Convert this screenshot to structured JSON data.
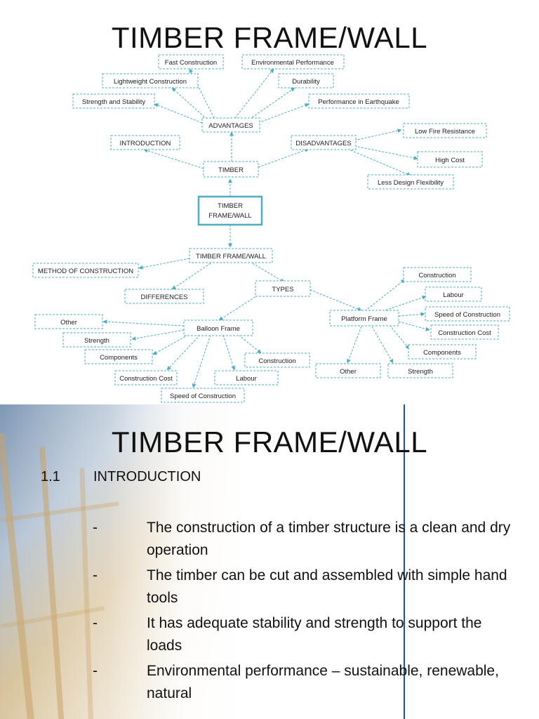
{
  "slide1": {
    "title": "TIMBER FRAME/WALL",
    "nodes": {
      "center": [
        "TIMBER",
        "FRAME/WALL"
      ],
      "timber": "TIMBER",
      "introduction": "INTRODUCTION",
      "advantages": "ADVANTAGES",
      "disadvantages": "DISADVANTAGES",
      "fast_construction": "Fast Construction",
      "environmental_performance": "Environmental Performance",
      "lightweight_construction": "Lightweight Construction",
      "durability": "Durability",
      "strength_and_stability": "Strength and Stability",
      "performance_in_earthquake": "Performance in Earthquake",
      "low_fire_resistance": "Low Fire Resistance",
      "high_cost": "High Cost",
      "less_design_flexibility": "Less Design Flexibility",
      "timber_frame_wall": "TIMBER FRAME/WALL",
      "method_of_construction": "METHOD OF CONSTRUCTION",
      "differences": "DIFFERENCES",
      "types": "TYPES",
      "balloon_frame": "Balloon Frame",
      "platform_frame": "Platform Frame",
      "bf_other": "Other",
      "bf_strength": "Strength",
      "bf_components": "Components",
      "bf_construction_cost": "Construction Cost",
      "bf_speed_of_construction": "Speed of Construction",
      "bf_labour": "Labour",
      "bf_construction": "Construction",
      "pf_construction": "Construction",
      "pf_labour": "Labour",
      "pf_speed_of_construction": "Speed of Construction",
      "pf_construction_cost": "Construction Cost",
      "pf_components": "Components",
      "pf_strength": "Strength",
      "pf_other": "Other"
    }
  },
  "slide2": {
    "title": "TIMBER FRAME/WALL",
    "section_number": "1.1",
    "section_title": "INTRODUCTION",
    "bullets": [
      {
        "dash": "-",
        "text": "The construction of a timber structure is a clean and dry operation"
      },
      {
        "dash": "-",
        "text": "The timber can be cut and assembled with simple hand tools"
      },
      {
        "dash": "-",
        "text": "It has adequate stability and strength to support the loads"
      },
      {
        "dash": "-",
        "text": "Environmental performance – sustainable, renewable, natural"
      }
    ]
  },
  "colors": {
    "accent": "#4bacc6",
    "divider": "#1f4ea8",
    "text": "#111111"
  }
}
